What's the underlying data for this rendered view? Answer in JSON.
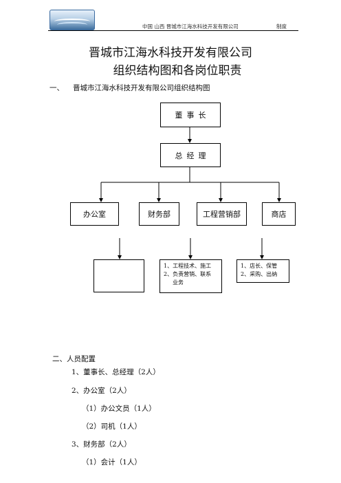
{
  "header": {
    "left_text": "中国 山西 晋城市江海水科技开发有限公司",
    "right_text": "制度"
  },
  "title": {
    "line1": "晋城市江海水科技开发有限公司",
    "line2": "组织结构图和各岗位职责"
  },
  "section1": {
    "number": "一、",
    "text": "晋城市江海水科技开发有限公司组织结构图"
  },
  "org_chart": {
    "top": "董事长",
    "second": "总经理",
    "departments": [
      "办公室",
      "财务部",
      "工程营销部",
      "商店"
    ],
    "duties": {
      "office": [],
      "engineering": [
        "1、工程技术、施工",
        "2、负责营销、联系",
        "业务"
      ],
      "store": [
        "1、店长、保管",
        "2、采购、出纳"
      ]
    }
  },
  "section2": {
    "heading": "二、人员配置",
    "items": [
      "1、董事长、总经理（2人）",
      "2、办公室（2人）",
      "（1）办公文员（1人）",
      "（2）司机（1人）",
      "3、财务部（2人）",
      "（1）会计（1人）"
    ]
  }
}
